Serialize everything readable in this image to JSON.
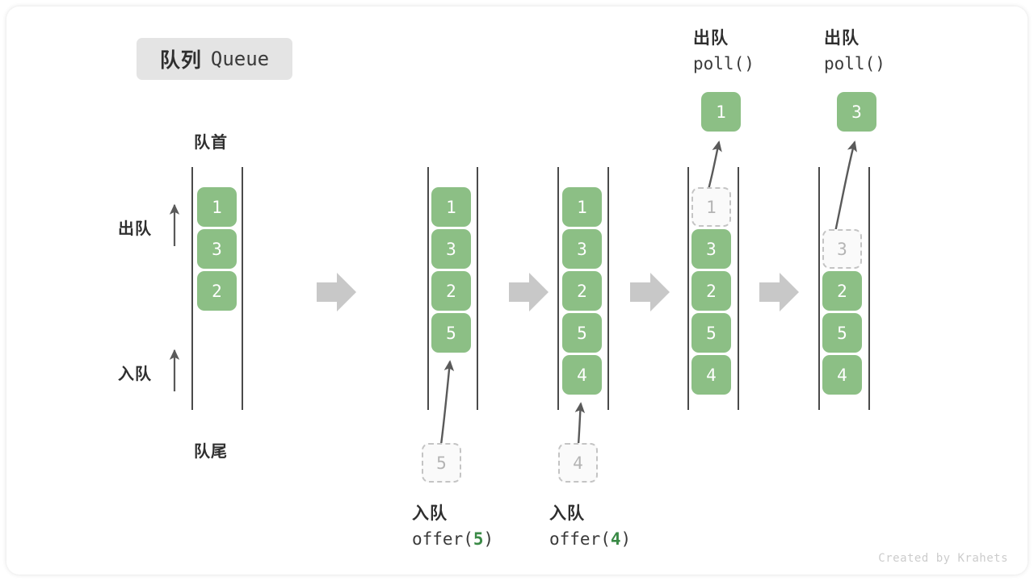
{
  "title": {
    "cn": "队列",
    "en": "Queue"
  },
  "labels": {
    "front": "队首",
    "rear": "队尾",
    "dequeue": "出队",
    "enqueue": "入队"
  },
  "colors": {
    "element_green": "#8cbf85",
    "ghost_border": "#c4c4c4",
    "ghost_fill": "#fafafa",
    "rail": "#4a4a4a",
    "step_arrow": "#c8c8c8",
    "pointer_arrow": "#5a5a5a",
    "badge_bg": "#e4e4e4",
    "text_dark": "#2f2f2f",
    "code_accent": "#3a8a46"
  },
  "credit": "Created by Krahets",
  "diagram": {
    "type": "queue-operations",
    "steps": [
      {
        "id": "initial",
        "caption_cn": "",
        "caption_code": "",
        "items": [
          "1",
          "3",
          "2"
        ],
        "ghost_top": null,
        "ghost_bottom": null,
        "popped": null
      },
      {
        "id": "offer-5",
        "caption_cn": "入队",
        "caption_code": "offer(",
        "caption_arg": "5",
        "caption_code_end": ")",
        "items": [
          "1",
          "3",
          "2",
          "5"
        ],
        "ghost_bottom": "5",
        "popped": null
      },
      {
        "id": "offer-4",
        "caption_cn": "入队",
        "caption_code": "offer(",
        "caption_arg": "4",
        "caption_code_end": ")",
        "items": [
          "1",
          "3",
          "2",
          "5",
          "4"
        ],
        "ghost_bottom": "4",
        "popped": null
      },
      {
        "id": "poll-1",
        "caption_cn": "出队",
        "caption_code": "poll()",
        "items": [
          "3",
          "2",
          "5",
          "4"
        ],
        "ghost_top": "1",
        "popped": "1"
      },
      {
        "id": "poll-3",
        "caption_cn": "出队",
        "caption_code": "poll()",
        "items": [
          "2",
          "5",
          "4"
        ],
        "ghost_top": "3",
        "popped": "3"
      }
    ]
  },
  "cells": {
    "c1": {
      "e0": "1",
      "e1": "3",
      "e2": "2"
    },
    "c2": {
      "e0": "1",
      "e1": "3",
      "e2": "2",
      "e3": "5",
      "ghost": "5"
    },
    "c3": {
      "e0": "1",
      "e1": "3",
      "e2": "2",
      "e3": "5",
      "e4": "4",
      "ghost": "4"
    },
    "c4": {
      "ghost": "1",
      "e0": "3",
      "e1": "2",
      "e2": "5",
      "e3": "4",
      "popped": "1"
    },
    "c5": {
      "ghost": "3",
      "e0": "2",
      "e1": "5",
      "e2": "4",
      "popped": "3"
    }
  },
  "captions": {
    "offer5": {
      "cn": "入队",
      "pre": "offer(",
      "arg": "5",
      "post": ")"
    },
    "offer4": {
      "cn": "入队",
      "pre": "offer(",
      "arg": "4",
      "post": ")"
    },
    "poll1": {
      "cn": "出队",
      "code": "poll()"
    },
    "poll2": {
      "cn": "出队",
      "code": "poll()"
    }
  }
}
